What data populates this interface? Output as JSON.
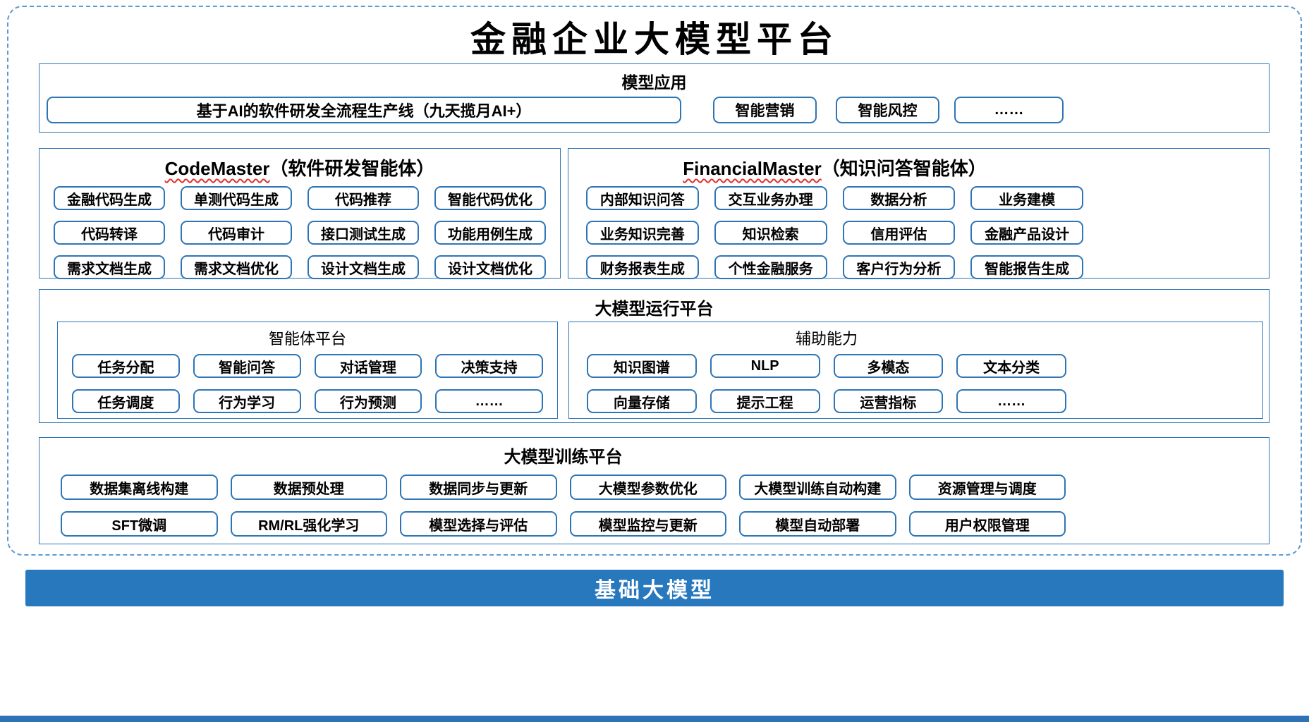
{
  "page": {
    "title": "金融企业大模型平台"
  },
  "colors": {
    "primary_border": "#2E75B6",
    "dashed_border": "#5B9BD5",
    "foundation_bar_bg": "#2878BE",
    "wavy_underline": "#E03131",
    "text": "#000000"
  },
  "model_app": {
    "title": "模型应用",
    "main_item": "基于AI的软件研发全流程生产线（九天揽月AI+）",
    "items": [
      "智能营销",
      "智能风控",
      "……"
    ]
  },
  "code_master": {
    "title_en": "CodeMaster",
    "title_suffix": "（软件研发智能体）",
    "items": [
      "金融代码生成",
      "单测代码生成",
      "代码推荐",
      "智能代码优化",
      "代码转译",
      "代码审计",
      "接口测试生成",
      "功能用例生成",
      "需求文档生成",
      "需求文档优化",
      "设计文档生成",
      "设计文档优化"
    ]
  },
  "financial_master": {
    "title_en": "FinancialMaster",
    "title_suffix": "（知识问答智能体）",
    "items": [
      "内部知识问答",
      "交互业务办理",
      "数据分析",
      "业务建模",
      "业务知识完善",
      "知识检索",
      "信用评估",
      "金融产品设计",
      "财务报表生成",
      "个性金融服务",
      "客户行为分析",
      "智能报告生成"
    ]
  },
  "runtime": {
    "title": "大模型运行平台",
    "agent_platform": {
      "title": "智能体平台",
      "items": [
        "任务分配",
        "智能问答",
        "对话管理",
        "决策支持",
        "任务调度",
        "行为学习",
        "行为预测",
        "……"
      ]
    },
    "aux_ability": {
      "title": "辅助能力",
      "items": [
        "知识图谱",
        "NLP",
        "多模态",
        "文本分类",
        "向量存储",
        "提示工程",
        "运营指标",
        "……"
      ]
    }
  },
  "training": {
    "title": "大模型训练平台",
    "items": [
      "数据集离线构建",
      "数据预处理",
      "数据同步与更新",
      "大模型参数优化",
      "大模型训练自动构建",
      "资源管理与调度",
      "SFT微调",
      "RM/RL强化学习",
      "模型选择与评估",
      "模型监控与更新",
      "模型自动部署",
      "用户权限管理"
    ]
  },
  "foundation_bar": {
    "label": "基础大模型"
  }
}
